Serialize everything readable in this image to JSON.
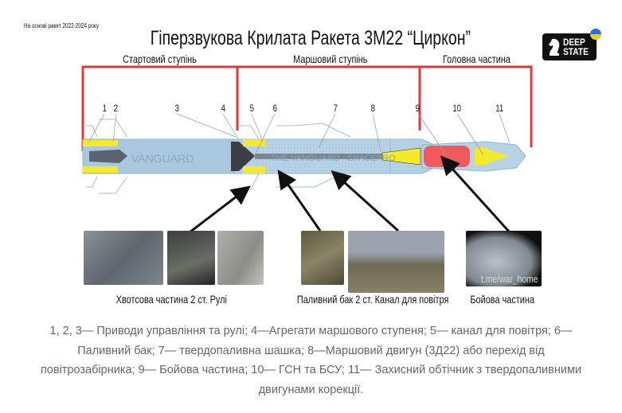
{
  "note": "На основі ракет 2022-2024 року",
  "title": "Гіперзвукова Крилата Ракета 3М22 “Циркон”",
  "logo": {
    "line1": "DEEP",
    "line2": "STATE"
  },
  "sections": [
    "Стартовий ступінь",
    "Маршовий ступінь",
    "Головна частина"
  ],
  "numbers": [
    "1",
    "2",
    "3",
    "4",
    "5",
    "6",
    "7",
    "8",
    "9",
    "10",
    "11"
  ],
  "diagram_watermarks": [
    "VANGUARD",
    "THE VANGUARD · SPACEPRO"
  ],
  "photo_captions": [
    "Хвотсова частина 2 ст. Рулі",
    "Паливний бак 2 ст. Канал для повітря",
    "Бойова частина"
  ],
  "photo_watermark": "t.me/war_home",
  "description": "1, 2, 3— Приводи управління та рулі; 4—Агрегати маршового ступеня; 5— канал для повітря; 6—Паливний бак; 7— твердопаливна шашка; 8—Маршовий двигун (3Д22) або перехід від повітрозабірника; 9— Бойова частина; 10— ГСН та БСУ; 11— Захисний обтічник з твердопаливними двигунами корекції.",
  "colors": {
    "bracket": "#e03a3a",
    "body": "#a9c8df",
    "yellow": "#f5ea2a",
    "warhead": "#f05a5a",
    "caption_text": "#5f6670"
  }
}
